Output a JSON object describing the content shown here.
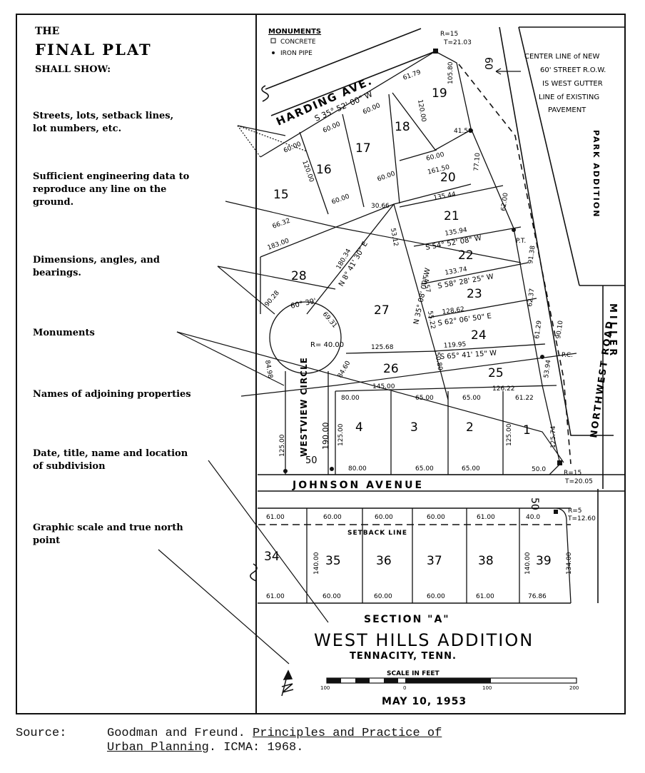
{
  "panel": {
    "title_the": "THE",
    "title_main": "FINAL PLAT",
    "title_sub": "SHALL SHOW:"
  },
  "items": [
    {
      "line1": "Streets, lots, setback lines,",
      "line2": "lot numbers, etc.",
      "line3": ""
    },
    {
      "line1": "Sufficient engineering data to",
      "line2": "reproduce any line on the",
      "line3": "ground."
    },
    {
      "line1": "Dimensions, angles, and",
      "line2": "bearings.",
      "line3": ""
    },
    {
      "line1": "Monuments",
      "line2": "",
      "line3": ""
    },
    {
      "line1": "Names of adjoining properties",
      "line2": "",
      "line3": ""
    },
    {
      "line1": "Date, title, name and location",
      "line2": "of subdivision",
      "line3": ""
    },
    {
      "line1": "Graphic scale and true north",
      "line2": "point",
      "line3": ""
    }
  ],
  "legend": {
    "title": "MONUMENTS",
    "concrete": "CONCRETE",
    "iron": "IRON PIPE"
  },
  "note": {
    "l1": "CENTER LINE of NEW",
    "l2": "60' STREET R.O.W.",
    "l3": "IS WEST GUTTER",
    "l4": "LINE of EXISTING",
    "l5": "PAVEMENT"
  },
  "streets": {
    "harding": "HARDING AVE.",
    "johnson": "JOHNSON AVENUE",
    "westview": "WESTVIEW CIRCLE",
    "northwest": "NORTHWEST ROAD",
    "miller": "MILLER",
    "park_addition": "PARK ADDITION",
    "setback": "SETBACK LINE"
  },
  "lots": {
    "l1": "1",
    "l2": "2",
    "l3": "3",
    "l4": "4",
    "l15": "15",
    "l16": "16",
    "l17": "17",
    "l18": "18",
    "l19": "19",
    "l20": "20",
    "l21": "21",
    "l22": "22",
    "l23": "23",
    "l24": "24",
    "l25": "25",
    "l26": "26",
    "l27": "27",
    "l28": "28",
    "l34": "34",
    "l35": "35",
    "l36": "36",
    "l37": "37",
    "l38": "38",
    "l39": "39"
  },
  "dims": {
    "b_harding": "S 35° 52' 00\" W",
    "b21": "S 54° 52' 08\" W",
    "b22": "S 58° 28' 25\" W",
    "b23": "S 62° 06' 50\" E",
    "b25": "S 65° 41' 15\" W",
    "b27": "N 8° 41' 30\" E",
    "b_center": "N 35° 08' 00\" W",
    "angle": "60° 39'",
    "radius": "R= 40.00",
    "d60": "60.00",
    "d6179": "61.79",
    "d12000": "120.00",
    "d10580": "105.80",
    "d4150": "41.50",
    "d16150": "161.50",
    "d7710": "77.10",
    "d13544": "135.44",
    "d13594": "135.94",
    "d13374": "133.74",
    "d12862": "128.62",
    "d11995": "119.95",
    "d12568": "125.68",
    "d14500": "145.00",
    "d12622": "126.22",
    "d8000": "80.00",
    "d6500": "65.00",
    "d6122": "61.22",
    "d5000": "50.0",
    "d12500": "125.00",
    "d19000": "190.00",
    "d6100": "61.00",
    "d4000": "40.0",
    "d7686": "76.86",
    "d14000": "140.00",
    "d13400": "134.00",
    "d18000": "183.00",
    "d6632": "66.32",
    "d3066": "30.66",
    "d18034": "180.34",
    "d5000b": "50",
    "d60b": "60",
    "d50": "50",
    "d9028": "90.28",
    "d6931": "69.31",
    "d8498": "84.98",
    "d8460": "84.60",
    "d5312": "53.12",
    "d5457": "54.57",
    "d5522": "55.22",
    "d5080": "50.80",
    "d6237": "62.37",
    "d6129": "61.29",
    "d5394": "53.94",
    "d12574": "125.74",
    "d9010": "90.10",
    "d6200": "62.00",
    "d9138": "91.38",
    "r15a": "R=15",
    "t15a": "T=21.03",
    "r15b": "R=15",
    "t15b": "T=20.05",
    "r5": "R=5",
    "t5": "T=12.60",
    "pt": "P.T.",
    "pc": "P.C."
  },
  "title_block": {
    "section": "SECTION \"A\"",
    "name": "WEST HILLS ADDITION",
    "location": "TENNACITY, TENN.",
    "scale_label": "SCALE IN FEET",
    "scale_100": "100",
    "scale_0": "0",
    "scale_100b": "100",
    "scale_200": "200",
    "date": "MAY 10, 1953"
  },
  "source": {
    "label": "Source:",
    "authors": "Goodman and Freund.",
    "book1": "Principles and Practice of",
    "book2": "Urban Planning",
    "rest": ". ICMA: 1968."
  }
}
